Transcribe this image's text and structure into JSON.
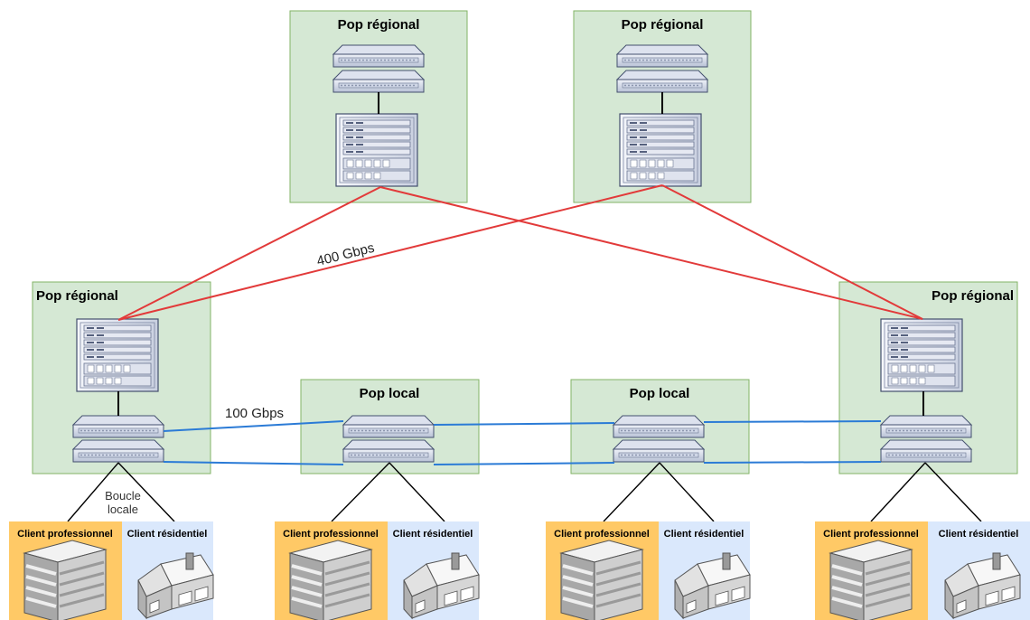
{
  "regional_pops": [
    {
      "label": "Pop régional"
    },
    {
      "label": "Pop régional"
    },
    {
      "label": "Pop régional"
    },
    {
      "label": "Pop régional"
    }
  ],
  "local_pops": [
    {
      "label": "Pop local"
    },
    {
      "label": "Pop local"
    }
  ],
  "links": {
    "core_speed": "400 Gbps",
    "access_speed": "100 Gbps",
    "local_loop": [
      "Boucle",
      "locale"
    ]
  },
  "clients": [
    {
      "pro": "Client professionnel",
      "res": "Client résidentiel"
    },
    {
      "pro": "Client professionnel",
      "res": "Client résidentiel"
    },
    {
      "pro": "Client professionnel",
      "res": "Client résidentiel"
    },
    {
      "pro": "Client professionnel",
      "res": "Client résidentiel"
    }
  ],
  "colors": {
    "pop_fill": "#d5e8d4",
    "pop_stroke": "#82b366",
    "core_link": "#e23a3a",
    "access_link": "#2b7bd6",
    "pro_fill": "#ffc966",
    "res_fill": "#dae8fc"
  }
}
